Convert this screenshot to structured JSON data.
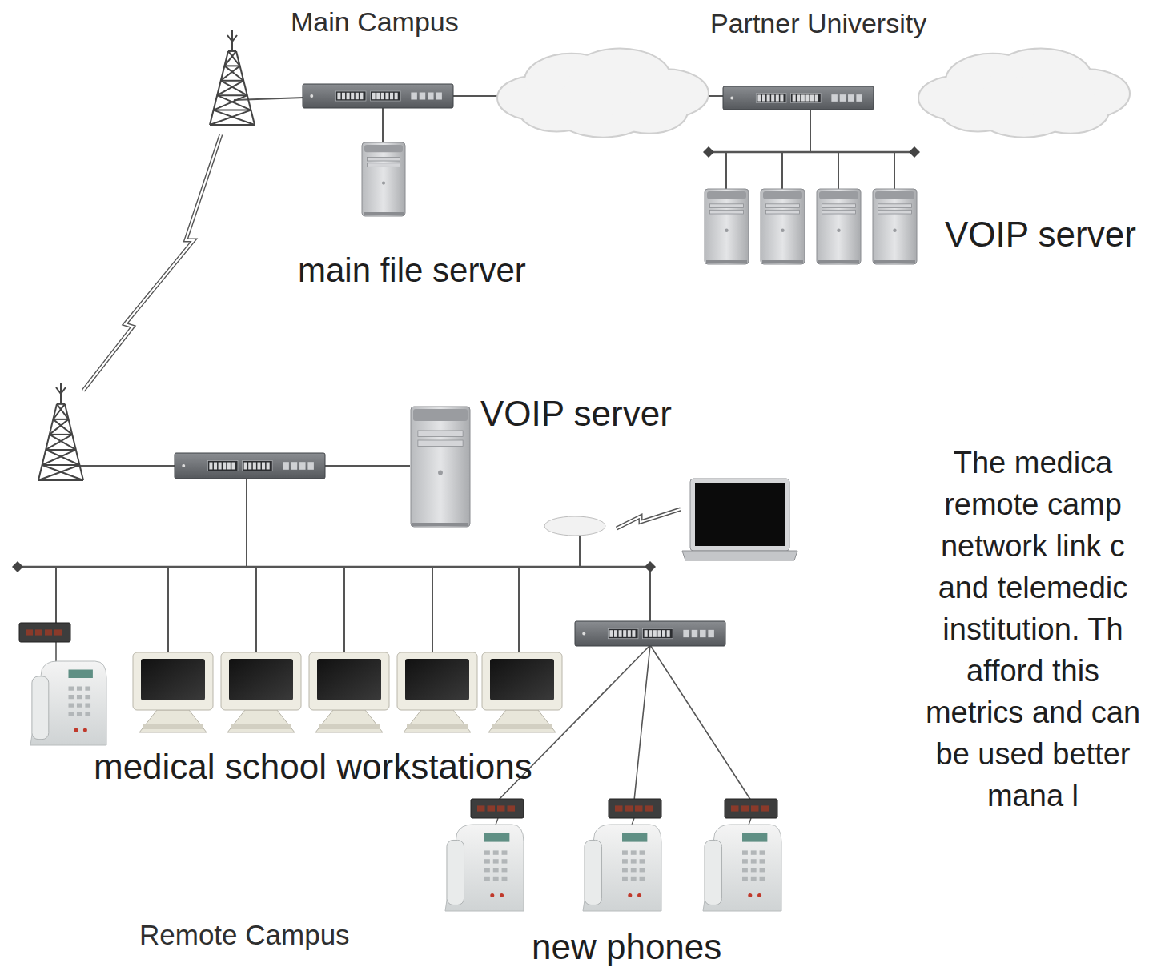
{
  "diagram": {
    "nodes": [
      {
        "text": [
          "main file server"
        ]
      },
      {
        "text": [
          "VOIP server"
        ]
      },
      {
        "text": [
          "VOIP server"
        ]
      },
      {
        "text": [
          "medical school workstations"
        ]
      },
      {
        "text": [
          "new phones"
        ]
      }
    ],
    "labels": [
      "Main Campus",
      "Partner University",
      "Remote Campus",
      "The medica remote camp network link c and telemedic institution. Th afford this metrics and can be used better mana l"
    ]
  }
}
